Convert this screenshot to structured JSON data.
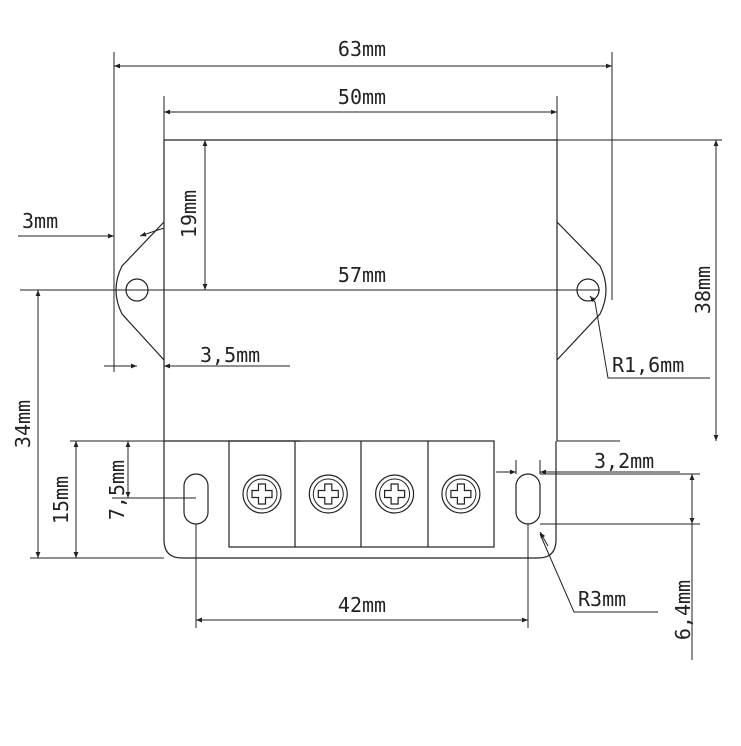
{
  "drawing": {
    "dimensions": {
      "total_width": "63mm",
      "body_width": "50mm",
      "mount_hole_spacing": "57mm",
      "tab_offset": "3mm",
      "upper_height": "19mm",
      "tab_edge": "3,5mm",
      "total_height": "38mm",
      "hole_radius": "R1,6mm",
      "hole_height": "34mm",
      "base_height": "15mm",
      "slot_offset": "7,5mm",
      "slot_width": "3,2mm",
      "slot_spacing": "42mm",
      "slot_radius": "R3mm",
      "slot_length": "6,4mm"
    },
    "terminal_count": 4,
    "colors": {
      "line": "#222222",
      "background": "#ffffff"
    }
  }
}
